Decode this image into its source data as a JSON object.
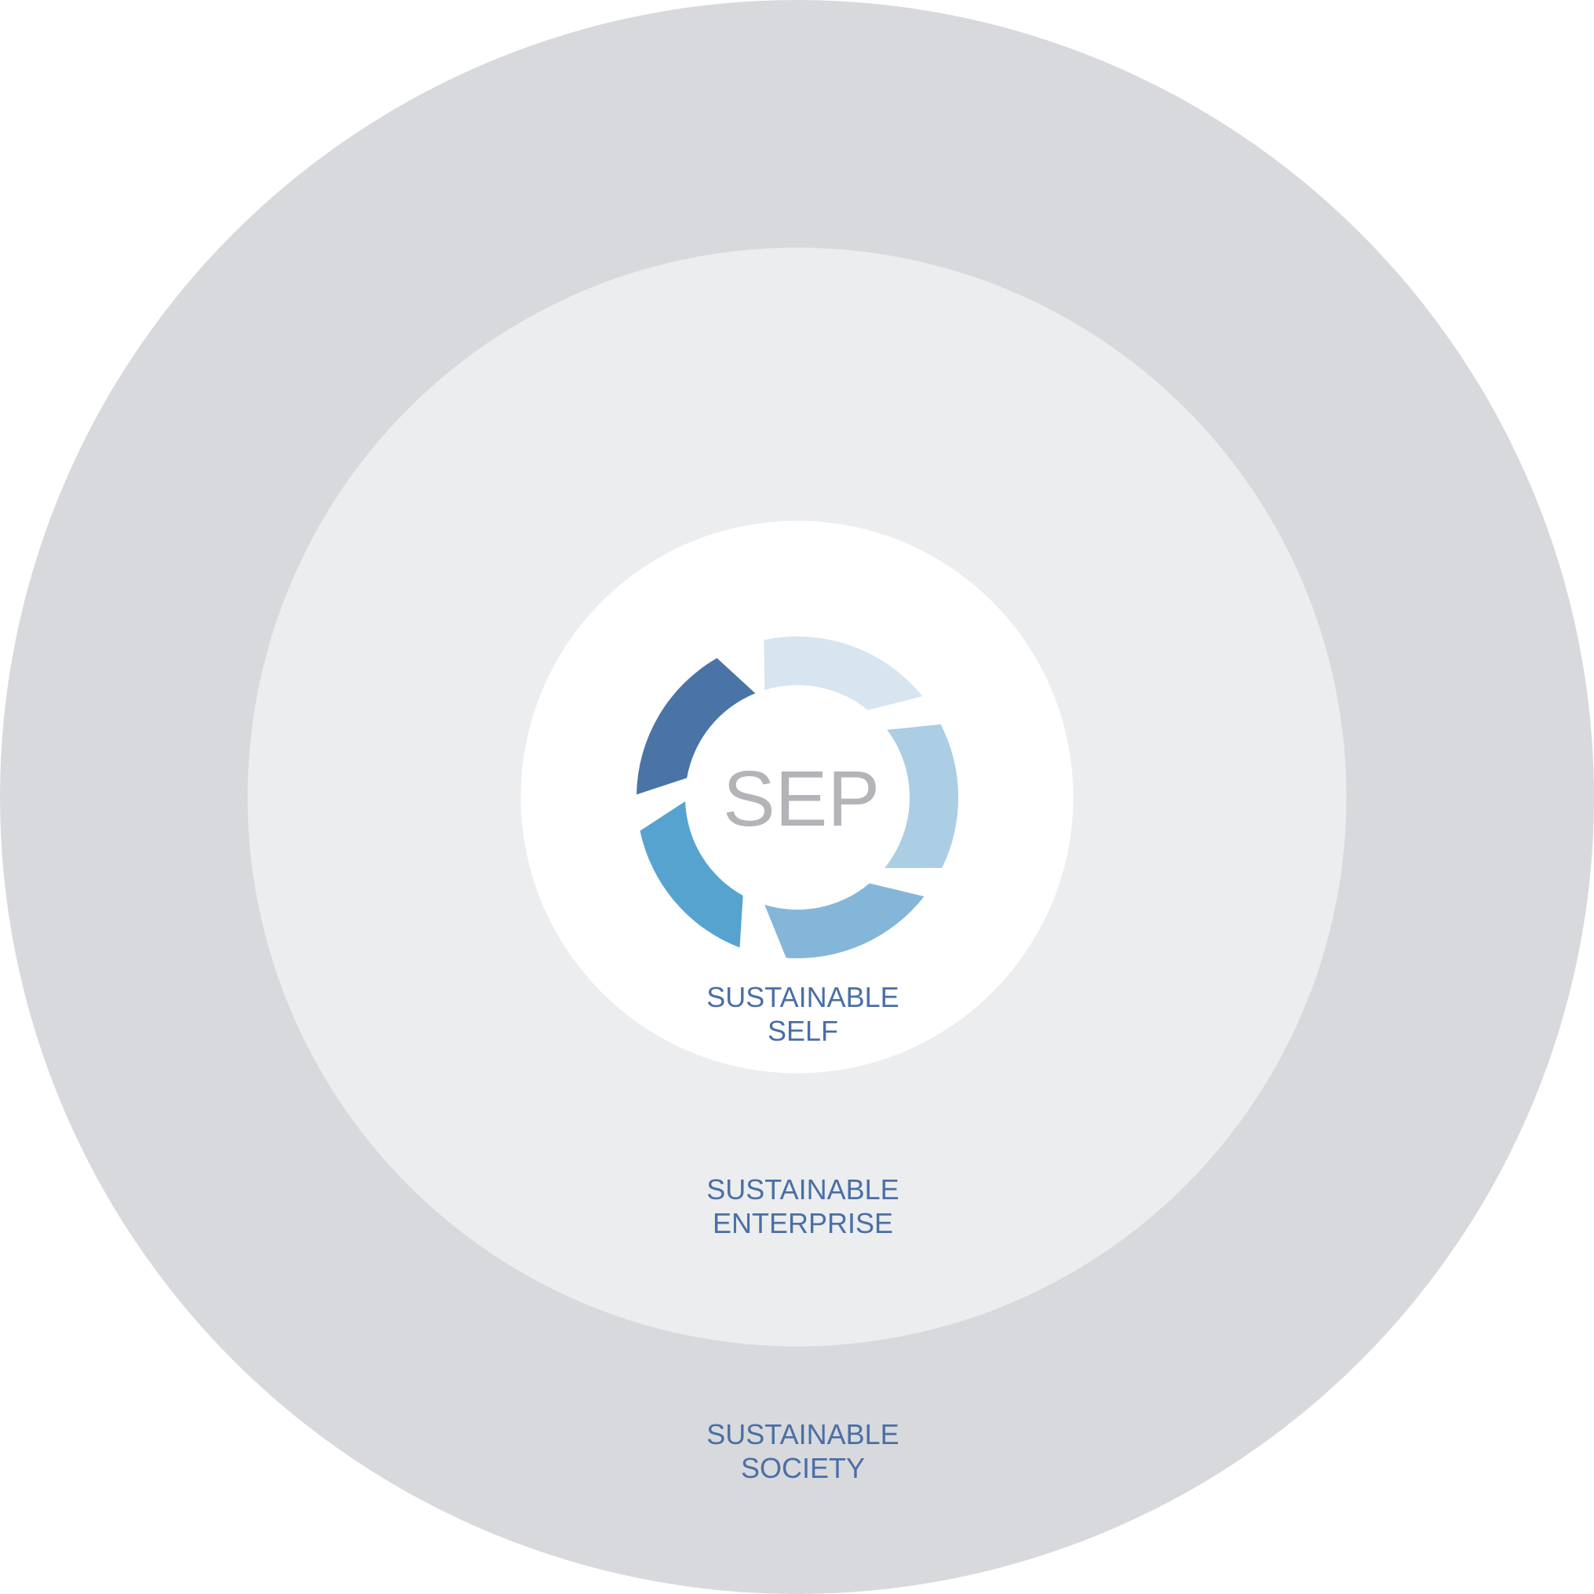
{
  "center": {
    "label": "SEP",
    "label_color": "#b3b4b8"
  },
  "rings": [
    {
      "id": "society",
      "lines": [
        "SUSTAINABLE",
        "SOCIETY"
      ],
      "fill": "#d8d9dd"
    },
    {
      "id": "enterprise",
      "lines": [
        "SUSTAINABLE",
        "ENTERPRISE"
      ],
      "fill": "#ecedef"
    },
    {
      "id": "self",
      "lines": [
        "SUSTAINABLE",
        "SELF"
      ],
      "fill": "#ffffff"
    }
  ],
  "label_color": "#4a6fa5",
  "cycle_segments": [
    {
      "id": "segment-1",
      "color": "#d6e5f0"
    },
    {
      "id": "segment-2",
      "color": "#abcee4"
    },
    {
      "id": "segment-3",
      "color": "#84b6d9"
    },
    {
      "id": "segment-4",
      "color": "#56a3d0"
    },
    {
      "id": "segment-5",
      "color": "#4974a5"
    }
  ]
}
